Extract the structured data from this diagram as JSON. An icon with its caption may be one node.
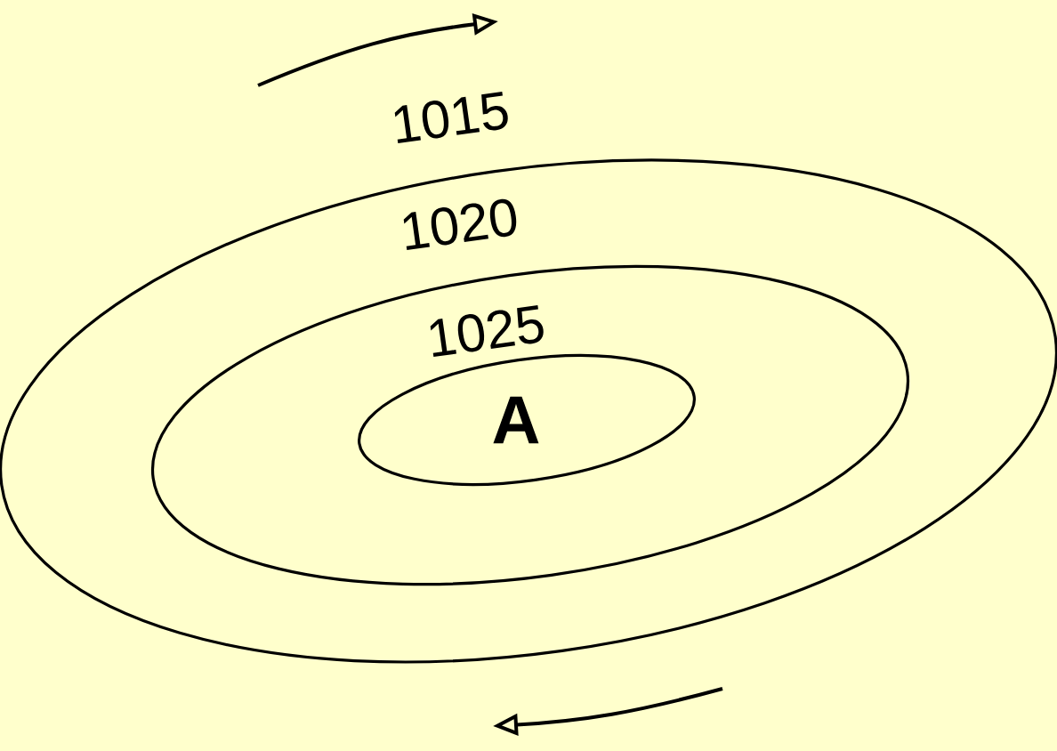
{
  "diagram": {
    "nodes": [
      {
        "text": [
          "1015"
        ]
      },
      {
        "text": [
          "1020"
        ],
        "in": 0
      },
      {
        "text": [
          "1025",
          "A"
        ],
        "in": 1
      }
    ]
  }
}
